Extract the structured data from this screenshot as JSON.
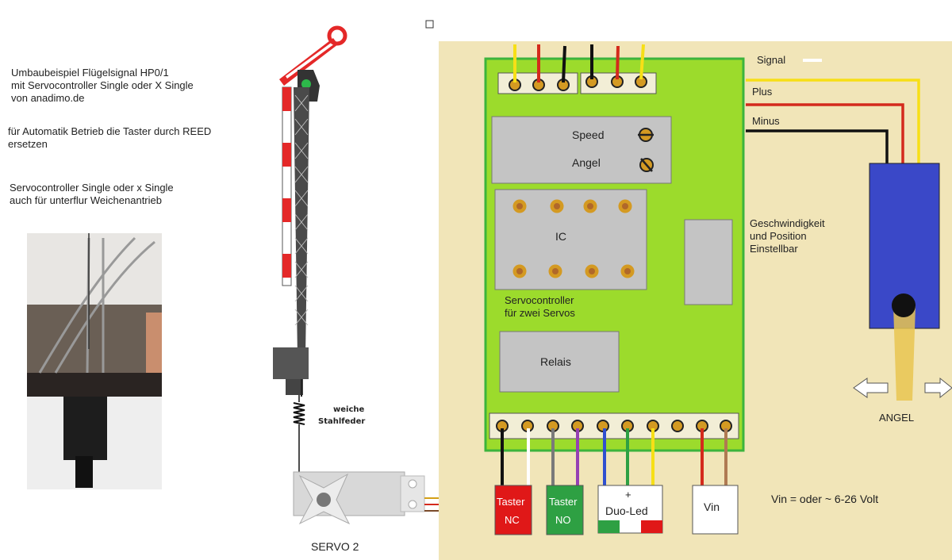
{
  "intro": {
    "line1": "Umbaubeispiel Flügelsignal HP0/1",
    "line2": "mit Servocontroller Single oder X Single",
    "line3": "von anadimo.de"
  },
  "reed_note": {
    "line1": "für Automatik Betrieb die Taster durch REED",
    "line2": "ersetzen"
  },
  "turnout_note": {
    "line1": "Servocontroller Single oder x Single",
    "line2": "auch für unterflur Weichenantrieb"
  },
  "spring_label": {
    "line1": "weiche",
    "line2": "Stahlfeder"
  },
  "servo_label": "SERVO 2",
  "board": {
    "speed": "Speed",
    "angel": "Angel",
    "ic": "IC",
    "servocontroller_line1": "Servocontroller",
    "servocontroller_line2": "für zwei Servos",
    "relais": "Relais"
  },
  "wires": {
    "signal": "Signal",
    "plus": "Plus",
    "minus": "Minus"
  },
  "speed_note": {
    "line1": "Geschwindigkeit",
    "line2": "und Position",
    "line3": "Einstellbar"
  },
  "servo_side_label": "ANGEL",
  "terminals": {
    "taster_nc": {
      "line1": "Taster",
      "line2": "NC"
    },
    "taster_no": {
      "line1": "Taster",
      "line2": "NO"
    },
    "duo_led": {
      "plus": "+",
      "label": "Duo-Led"
    },
    "vin": "Vin"
  },
  "vin_note": "Vin  = oder ~  6-26 Volt",
  "colors": {
    "panel_bg": "#f1e5b8",
    "board_green": "#9cdb2c",
    "board_border": "#3cb43c",
    "module_grey": "#c4c4c4",
    "pad_gold": "#d49a22",
    "wire_yellow": "#f7df16",
    "wire_red": "#d42a1c",
    "wire_black": "#111111",
    "wire_white": "#ffffff",
    "wire_grey": "#7a7a7a",
    "wire_purple": "#9640b4",
    "wire_blue": "#3050d0",
    "wire_green": "#2ea043",
    "wire_brown": "#b07a52",
    "servo_blue": "#3a48c8",
    "taster_nc_red": "#e01818",
    "taster_no_green": "#2ea043"
  }
}
